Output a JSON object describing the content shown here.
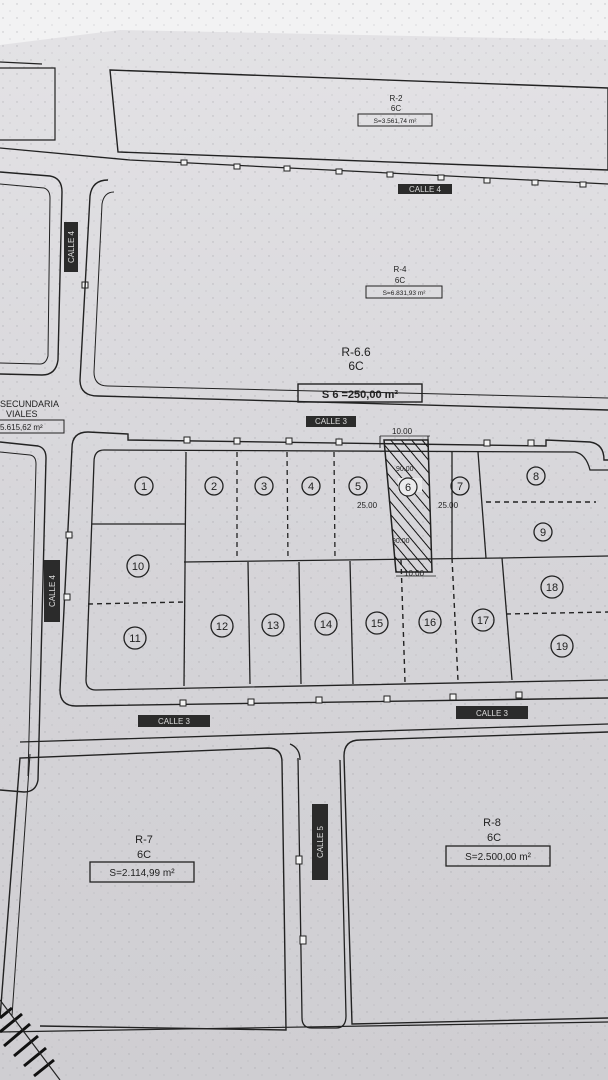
{
  "blocks": {
    "r2": {
      "name": "R-2",
      "zone": "6C",
      "area": "S=3.561,74 m²"
    },
    "r4": {
      "name": "R-4",
      "zone": "6C",
      "area": "S=6.831,93 m²"
    },
    "r66": {
      "name": "R-6.6",
      "zone": "6C",
      "area": "S 6 =250,00 m²"
    },
    "r7": {
      "name": "R-7",
      "zone": "6C",
      "area": "S=2.114,99 m²"
    },
    "r8": {
      "name": "R-8",
      "zone": "6C",
      "area": "S=2.500,00 m²"
    }
  },
  "left_label": {
    "line1": "SECUNDARIA",
    "line2": "VIALES",
    "area": "5.615,62 m²"
  },
  "streets": {
    "calle4_top": "CALLE 4",
    "calle4_left_top": "CALLE 4",
    "calle4_left_bottom": "CALLE 4",
    "calle3_top": "CALLE 3",
    "calle3_left": "CALLE 3",
    "calle3_right": "CALLE 3",
    "calle5": "CALLE 5"
  },
  "dimensions": {
    "top": "10.00",
    "bottom": "10.00",
    "left": "25.00",
    "right": "25.00",
    "angle_top": "90.00",
    "angle_bottom": "90.00"
  },
  "lots": [
    "1",
    "2",
    "3",
    "4",
    "5",
    "6",
    "7",
    "8",
    "9",
    "10",
    "11",
    "12",
    "13",
    "14",
    "15",
    "16",
    "17",
    "18",
    "19"
  ]
}
